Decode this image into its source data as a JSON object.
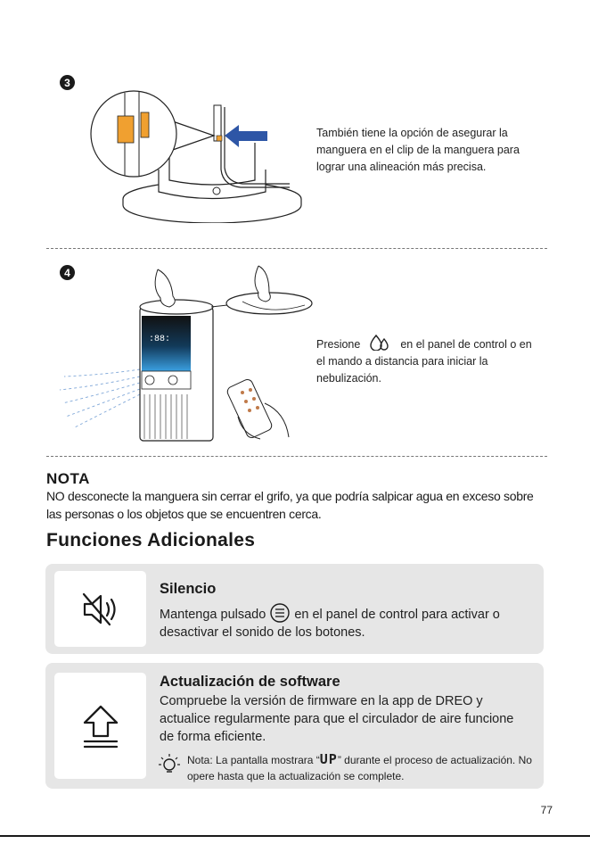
{
  "steps": [
    {
      "number": "3",
      "text": "También tiene la opción de asegurar la manguera en el clip de la manguera para lograr una alineación más precisa."
    },
    {
      "number": "4",
      "text_before": "Presione",
      "text_after": "en el panel de control o en el mando a distancia para iniciar la nebulización."
    }
  ],
  "nota": {
    "title": "NOTA",
    "text": "NO desconecte la manguera sin cerrar el grifo, ya que podría salpicar agua en exceso sobre las personas o los objetos que se encuentren cerca."
  },
  "section": {
    "title": "Funciones Adicionales"
  },
  "cards": [
    {
      "title": "Silencio",
      "text_before": "Mantenga pulsado",
      "text_after": "en el panel de control para activar o desactivar el sonido de los botones.",
      "icon": "mute-speaker-icon"
    },
    {
      "title": "Actualización de software",
      "text": "Compruebe la versión de firmware en la app de DREO y actualice regularmente para que el circulador de aire funcione de forma eficiente.",
      "icon": "upload-arrow-icon",
      "note_before": "Nota: La pantalla mostrara “",
      "note_display": "UP",
      "note_after": "” durante el proceso de actualización. No opere hasta que la actualización se complete."
    }
  ],
  "page_number": "77",
  "colors": {
    "accent_blue": "#2e56a6",
    "clip_orange": "#f0a030",
    "card_bg": "#e6e6e6"
  }
}
